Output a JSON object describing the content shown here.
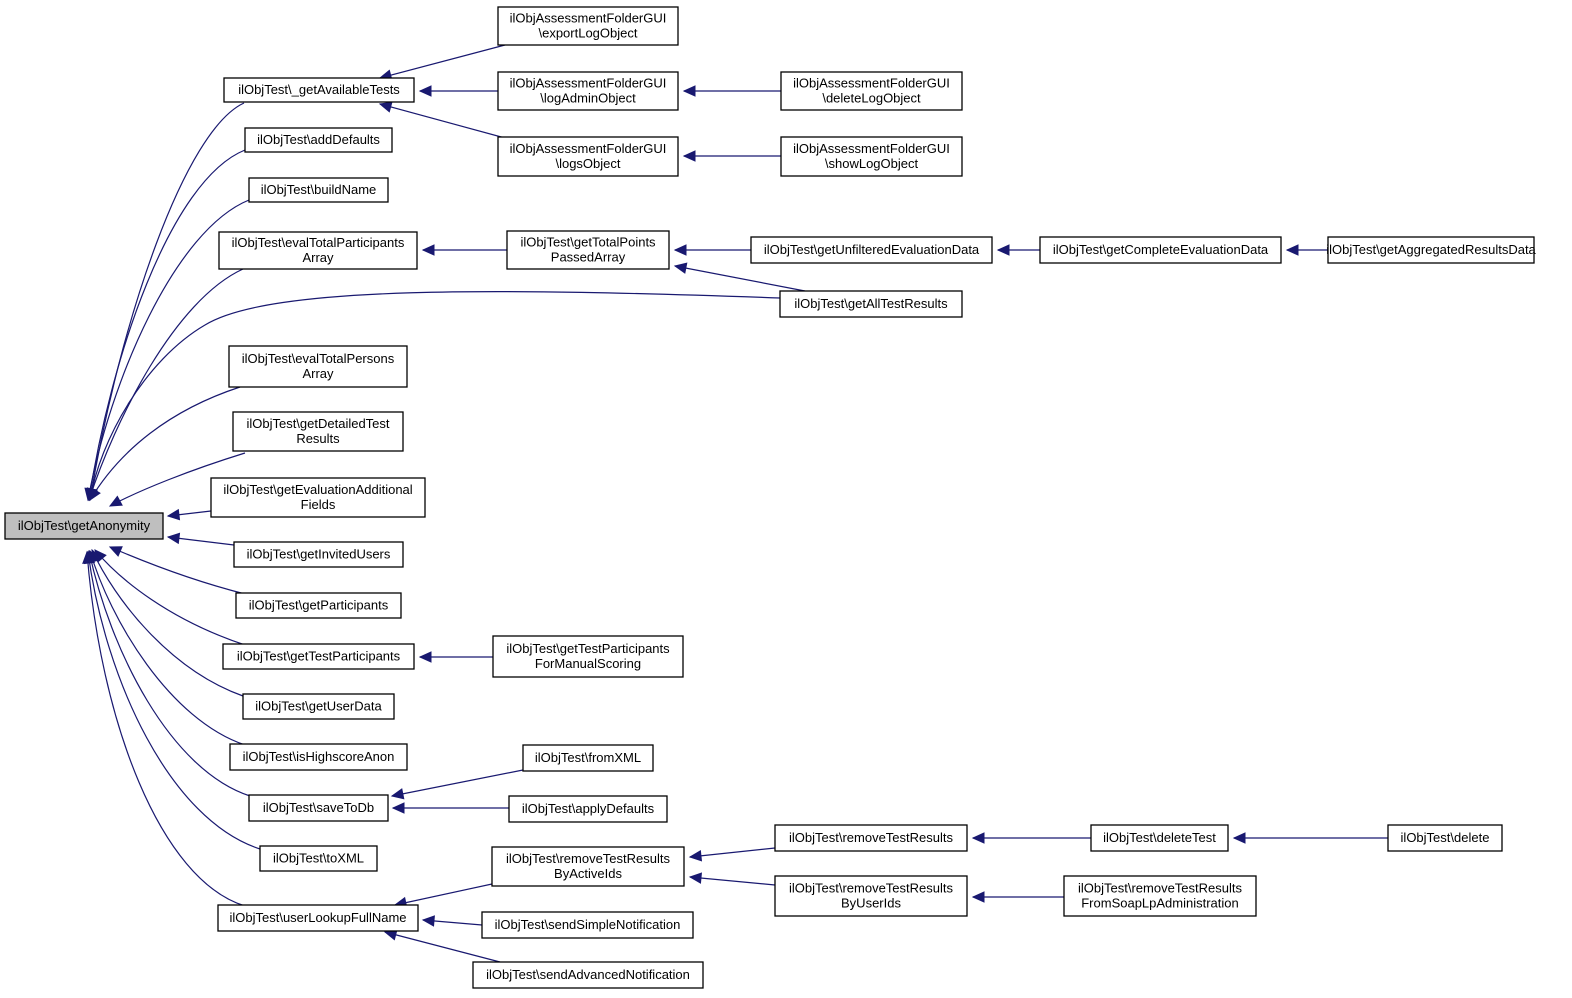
{
  "diagram": {
    "title": "",
    "nodes": [
      {
        "id": "root",
        "lines": [
          "ilObjTest\\getAnonymity"
        ],
        "root": true
      },
      {
        "id": "gat",
        "lines": [
          "ilObjTest\\_getAvailableTests"
        ]
      },
      {
        "id": "ad",
        "lines": [
          "ilObjTest\\addDefaults"
        ]
      },
      {
        "id": "bn",
        "lines": [
          "ilObjTest\\buildName"
        ]
      },
      {
        "id": "etpa",
        "lines": [
          "ilObjTest\\evalTotalParticipants",
          "Array"
        ]
      },
      {
        "id": "etpe",
        "lines": [
          "ilObjTest\\evalTotalPersons",
          "Array"
        ]
      },
      {
        "id": "gdtr",
        "lines": [
          "ilObjTest\\getDetailedTest",
          "Results"
        ]
      },
      {
        "id": "geaf",
        "lines": [
          "ilObjTest\\getEvaluationAdditional",
          "Fields"
        ]
      },
      {
        "id": "giu",
        "lines": [
          "ilObjTest\\getInvitedUsers"
        ]
      },
      {
        "id": "gp",
        "lines": [
          "ilObjTest\\getParticipants"
        ]
      },
      {
        "id": "gtp",
        "lines": [
          "ilObjTest\\getTestParticipants"
        ]
      },
      {
        "id": "gud",
        "lines": [
          "ilObjTest\\getUserData"
        ]
      },
      {
        "id": "iha",
        "lines": [
          "ilObjTest\\isHighscoreAnon"
        ]
      },
      {
        "id": "std",
        "lines": [
          "ilObjTest\\saveToDb"
        ]
      },
      {
        "id": "tx",
        "lines": [
          "ilObjTest\\toXML"
        ]
      },
      {
        "id": "ulfn",
        "lines": [
          "ilObjTest\\userLookupFullName"
        ]
      },
      {
        "id": "elo",
        "lines": [
          "ilObjAssessmentFolderGUI",
          "\\exportLogObject"
        ]
      },
      {
        "id": "lao",
        "lines": [
          "ilObjAssessmentFolderGUI",
          "\\logAdminObject"
        ]
      },
      {
        "id": "lo",
        "lines": [
          "ilObjAssessmentFolderGUI",
          "\\logsObject"
        ]
      },
      {
        "id": "dlo",
        "lines": [
          "ilObjAssessmentFolderGUI",
          "\\deleteLogObject"
        ]
      },
      {
        "id": "slo",
        "lines": [
          "ilObjAssessmentFolderGUI",
          "\\showLogObject"
        ]
      },
      {
        "id": "gtpp",
        "lines": [
          "ilObjTest\\getTotalPoints",
          "PassedArray"
        ]
      },
      {
        "id": "gued",
        "lines": [
          "ilObjTest\\getUnfilteredEvaluationData"
        ]
      },
      {
        "id": "gced",
        "lines": [
          "ilObjTest\\getCompleteEvaluationData"
        ]
      },
      {
        "id": "gard",
        "lines": [
          "ilObjTest\\getAggregatedResultsData"
        ]
      },
      {
        "id": "gatr",
        "lines": [
          "ilObjTest\\getAllTestResults"
        ]
      },
      {
        "id": "gtpms",
        "lines": [
          "ilObjTest\\getTestParticipants",
          "ForManualScoring"
        ]
      },
      {
        "id": "fx",
        "lines": [
          "ilObjTest\\fromXML"
        ]
      },
      {
        "id": "apd",
        "lines": [
          "ilObjTest\\applyDefaults"
        ]
      },
      {
        "id": "rtrai",
        "lines": [
          "ilObjTest\\removeTestResults",
          "ByActiveIds"
        ]
      },
      {
        "id": "ssn",
        "lines": [
          "ilObjTest\\sendSimpleNotification"
        ]
      },
      {
        "id": "san",
        "lines": [
          "ilObjTest\\sendAdvancedNotification"
        ]
      },
      {
        "id": "rtr",
        "lines": [
          "ilObjTest\\removeTestResults"
        ]
      },
      {
        "id": "rtrui",
        "lines": [
          "ilObjTest\\removeTestResults",
          "ByUserIds"
        ]
      },
      {
        "id": "dt",
        "lines": [
          "ilObjTest\\deleteTest"
        ]
      },
      {
        "id": "del",
        "lines": [
          "ilObjTest\\delete"
        ]
      },
      {
        "id": "rtrfs",
        "lines": [
          "ilObjTest\\removeTestResults",
          "FromSoapLpAdministration"
        ]
      }
    ],
    "edges": [
      {
        "from": "gat",
        "to": "root"
      },
      {
        "from": "ad",
        "to": "root"
      },
      {
        "from": "bn",
        "to": "root"
      },
      {
        "from": "etpa",
        "to": "root"
      },
      {
        "from": "gatr",
        "to": "root"
      },
      {
        "from": "etpe",
        "to": "root"
      },
      {
        "from": "gdtr",
        "to": "root"
      },
      {
        "from": "geaf",
        "to": "root"
      },
      {
        "from": "giu",
        "to": "root"
      },
      {
        "from": "gp",
        "to": "root"
      },
      {
        "from": "gtp",
        "to": "root"
      },
      {
        "from": "gud",
        "to": "root"
      },
      {
        "from": "iha",
        "to": "root"
      },
      {
        "from": "std",
        "to": "root"
      },
      {
        "from": "tx",
        "to": "root"
      },
      {
        "from": "ulfn",
        "to": "root"
      },
      {
        "from": "elo",
        "to": "gat"
      },
      {
        "from": "lao",
        "to": "gat"
      },
      {
        "from": "lo",
        "to": "gat"
      },
      {
        "from": "dlo",
        "to": "lao"
      },
      {
        "from": "slo",
        "to": "lo"
      },
      {
        "from": "gtpp",
        "to": "etpa"
      },
      {
        "from": "gued",
        "to": "gtpp"
      },
      {
        "from": "gatr",
        "to": "gtpp"
      },
      {
        "from": "gced",
        "to": "gued"
      },
      {
        "from": "gard",
        "to": "gced"
      },
      {
        "from": "gtpms",
        "to": "gtp"
      },
      {
        "from": "fx",
        "to": "std"
      },
      {
        "from": "apd",
        "to": "std"
      },
      {
        "from": "rtrai",
        "to": "ulfn"
      },
      {
        "from": "ssn",
        "to": "ulfn"
      },
      {
        "from": "san",
        "to": "ulfn"
      },
      {
        "from": "rtr",
        "to": "rtrai"
      },
      {
        "from": "rtrui",
        "to": "rtrai"
      },
      {
        "from": "dt",
        "to": "rtr"
      },
      {
        "from": "del",
        "to": "dt"
      },
      {
        "from": "rtrfs",
        "to": "rtrui"
      }
    ],
    "colors": {
      "edge": "#191970",
      "root_fill": "#bfbfbf",
      "node_fill": "#ffffff",
      "node_border": "#000000"
    }
  }
}
